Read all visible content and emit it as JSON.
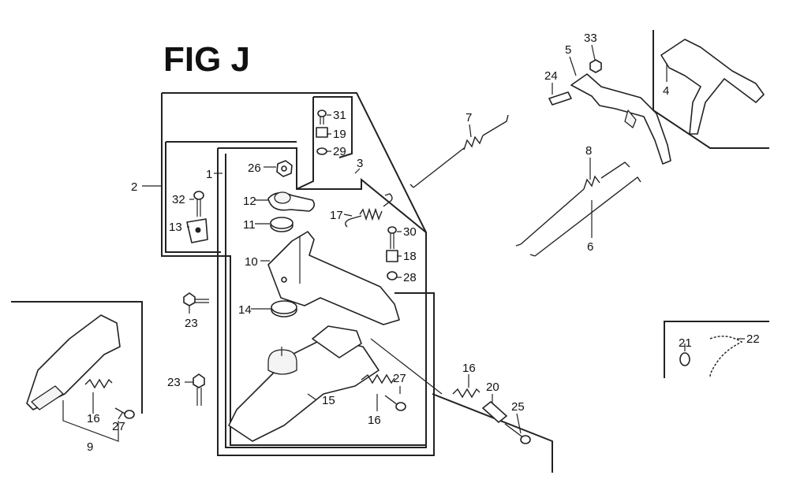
{
  "figure": {
    "title": "FIG J"
  },
  "callouts": {
    "c1": "1",
    "c2": "2",
    "c3": "3",
    "c4": "4",
    "c5": "5",
    "c6": "6",
    "c7": "7",
    "c8": "8",
    "c9": "9",
    "c10": "10",
    "c11": "11",
    "c12": "12",
    "c13": "13",
    "c14": "14",
    "c15": "15",
    "c16a": "16",
    "c16b": "16",
    "c16c": "16",
    "c17": "17",
    "c18": "18",
    "c19": "19",
    "c20": "20",
    "c21": "21",
    "c22": "22",
    "c23a": "23",
    "c23b": "23",
    "c24": "24",
    "c25": "25",
    "c26": "26",
    "c27a": "27",
    "c27b": "27",
    "c28": "28",
    "c29": "29",
    "c30": "30",
    "c31": "31",
    "c32": "32",
    "c33": "33"
  }
}
